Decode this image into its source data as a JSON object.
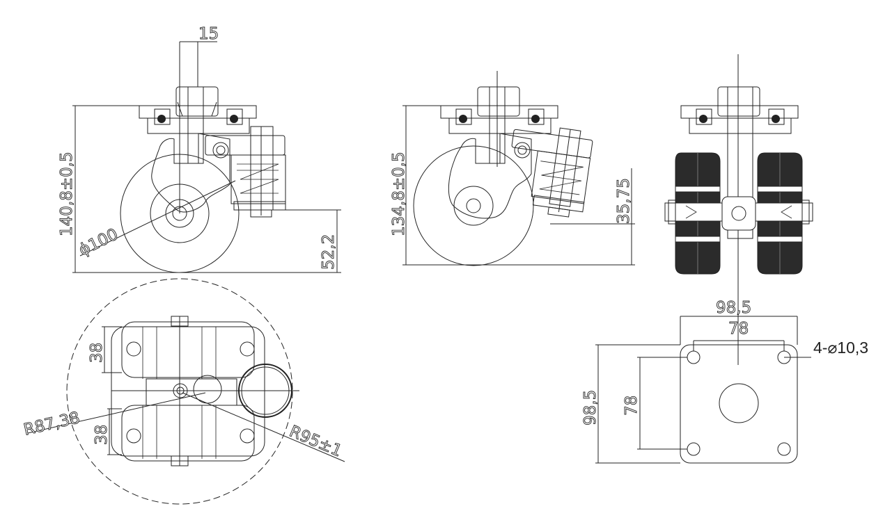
{
  "dimensions": {
    "side_left_offset": "15",
    "side_left_height": "140,8±0,5",
    "wheel_diameter": "ϕ100",
    "brake_height_left": "52,2",
    "side_mid_height": "134,8±0,5",
    "brake_height_mid": "35,75",
    "top_r1": "R87,38",
    "top_r2": "R95±1",
    "top_w1": "38",
    "top_w2": "38",
    "plate_outer_w": "98,5",
    "plate_inner_w": "78",
    "plate_outer_h": "98,5",
    "plate_inner_h": "78",
    "holes": "4-⌀10,3"
  },
  "colors": {
    "line": "#222222",
    "wheel_fill": "#2b2b2b",
    "background": "#ffffff"
  }
}
